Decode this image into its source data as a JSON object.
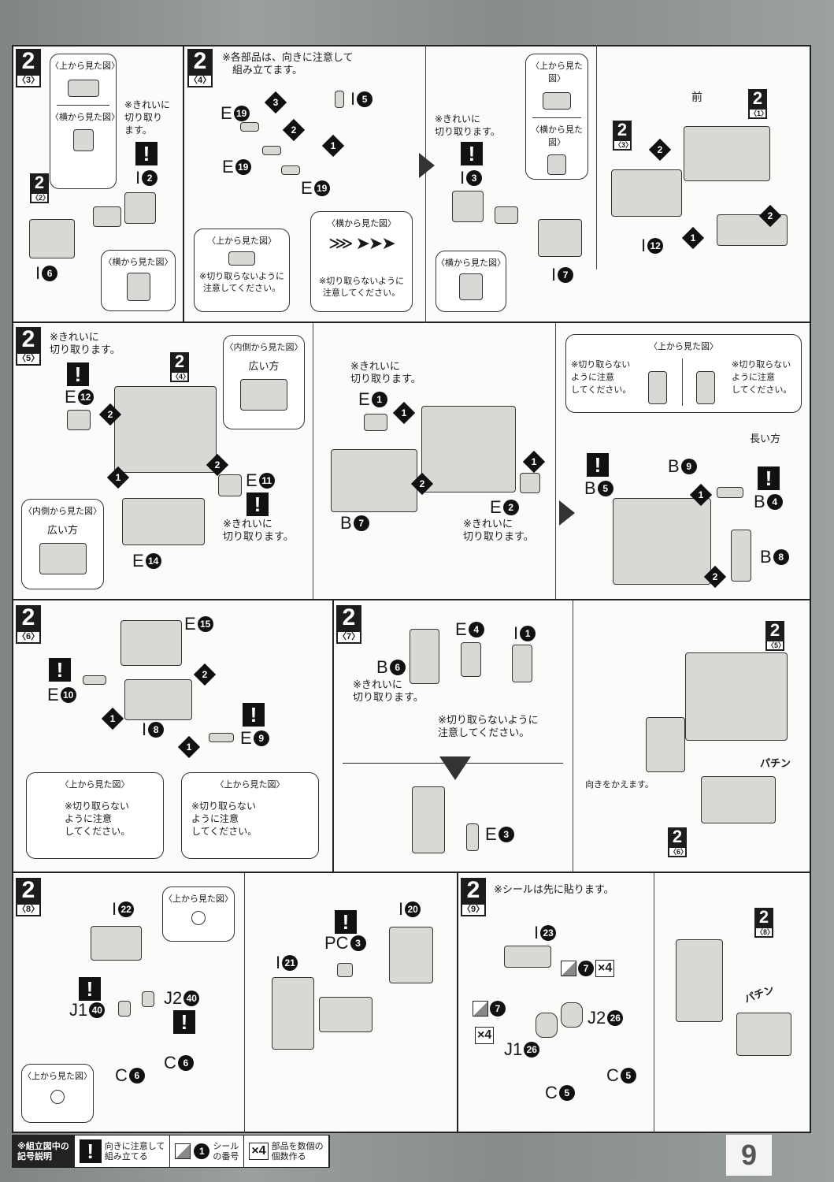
{
  "row1": {
    "p3": {
      "badge": "2",
      "sub": "〈3〉",
      "top_view": "〈上から見た図〉",
      "side_view": "〈横から見た図〉",
      "note": "※きれいに\n切り取り\nます。",
      "ref_badge": "2",
      "ref_sub": "〈2〉",
      "part_i2": {
        "l": "I",
        "n": "2"
      },
      "part_i6": {
        "l": "I",
        "n": "6"
      },
      "side_view2": "〈横から見た図〉"
    },
    "p4": {
      "badge": "2",
      "sub": "〈4〉",
      "note": "※各部品は、向きに注意して\n　組み立てます。",
      "e19a": {
        "l": "E",
        "n": "19"
      },
      "e19b": {
        "l": "E",
        "n": "19"
      },
      "e19c": {
        "l": "E",
        "n": "19"
      },
      "i5": {
        "l": "I",
        "n": "5"
      },
      "steps": [
        "3",
        "2",
        "1"
      ],
      "top_view": "〈上から見た図〉",
      "top_note": "※切り取らないように\n注意してください。",
      "side_view": "〈横から見た図〉",
      "side_note": "※切り取らないように\n注意してください。"
    },
    "p4b": {
      "note": "※きれいに\n切り取ります。",
      "i3": {
        "l": "I",
        "n": "3"
      },
      "top_view": "〈上から見た図〉",
      "side_view": "〈横から見た図〉",
      "side_view2": "〈横から見た図〉",
      "i7": {
        "l": "I",
        "n": "7"
      }
    },
    "p4c": {
      "front": "前",
      "ref1_badge": "2",
      "ref1_sub": "〈1〉",
      "ref3_badge": "2",
      "ref3_sub": "〈3〉",
      "i12": {
        "l": "I",
        "n": "12"
      },
      "steps": [
        "2",
        "2",
        "1"
      ]
    }
  },
  "row2": {
    "p5": {
      "badge": "2",
      "sub": "〈5〉",
      "note1": "※きれいに\n切り取ります。",
      "e12": {
        "l": "E",
        "n": "12"
      },
      "ref_badge": "2",
      "ref_sub": "〈4〉",
      "inner_view": "〈内側から見た図〉",
      "wide": "広い方",
      "e11": {
        "l": "E",
        "n": "11"
      },
      "note2": "※きれいに\n切り取ります。",
      "e14": {
        "l": "E",
        "n": "14"
      },
      "inner_view2": "〈内側から見た図〉",
      "wide2": "広い方",
      "steps": [
        "2",
        "2",
        "1"
      ]
    },
    "p5b": {
      "note1": "※きれいに\n切り取ります。",
      "e1": {
        "l": "E",
        "n": "1"
      },
      "b7": {
        "l": "B",
        "n": "7"
      },
      "e2": {
        "l": "E",
        "n": "2"
      },
      "note2": "※きれいに\n切り取ります。",
      "steps": [
        "1",
        "2",
        "1"
      ]
    },
    "p5c": {
      "top_view": "〈上から見た図〉",
      "note_l": "※切り取らない\nように注意\nしてください。",
      "note_r": "※切り取らない\nように注意\nしてください。",
      "long": "長い方",
      "b5": {
        "l": "B",
        "n": "5"
      },
      "b9": {
        "l": "B",
        "n": "9"
      },
      "b4": {
        "l": "B",
        "n": "4"
      },
      "b8": {
        "l": "B",
        "n": "8"
      },
      "steps": [
        "1",
        "2"
      ]
    }
  },
  "row3": {
    "p6": {
      "badge": "2",
      "sub": "〈6〉",
      "e15": {
        "l": "E",
        "n": "15"
      },
      "e10": {
        "l": "E",
        "n": "10"
      },
      "i8": {
        "l": "I",
        "n": "8"
      },
      "e9": {
        "l": "E",
        "n": "9"
      },
      "steps": [
        "2",
        "1",
        "1"
      ],
      "top_view1": "〈上から見た図〉",
      "note1": "※切り取らない\nように注意\nしてください。",
      "top_view2": "〈上から見た図〉",
      "note2": "※切り取らない\nように注意\nしてください。"
    },
    "p7": {
      "badge": "2",
      "sub": "〈7〉",
      "e4": {
        "l": "E",
        "n": "4"
      },
      "i1": {
        "l": "I",
        "n": "1"
      },
      "b6": {
        "l": "B",
        "n": "6"
      },
      "note1": "※きれいに\n切り取ります。",
      "note2": "※切り取らないように\n注意してください。",
      "e3": {
        "l": "E",
        "n": "3"
      }
    },
    "p7b": {
      "ref5_badge": "2",
      "ref5_sub": "〈5〉",
      "snap": "パチン",
      "turn": "向きをかえます。",
      "ref6_badge": "2",
      "ref6_sub": "〈6〉"
    }
  },
  "row4": {
    "p8": {
      "badge": "2",
      "sub": "〈8〉",
      "i22": {
        "l": "I",
        "n": "22"
      },
      "top_view1": "〈上から見た図〉",
      "j1": {
        "l": "J1",
        "n": "40"
      },
      "j2": {
        "l": "J2",
        "n": "40"
      },
      "c6a": {
        "l": "C",
        "n": "6"
      },
      "c6b": {
        "l": "C",
        "n": "6"
      },
      "top_view2": "〈上から見た図〉",
      "pc3": {
        "l": "PC",
        "n": "3"
      },
      "i20": {
        "l": "I",
        "n": "20"
      },
      "i21": {
        "l": "I",
        "n": "21"
      }
    },
    "p9": {
      "badge": "2",
      "sub": "〈9〉",
      "note": "※シールは先に貼ります。",
      "i23": {
        "l": "I",
        "n": "23"
      },
      "sticker_a": "7",
      "x4a": "×4",
      "j2": {
        "l": "J2",
        "n": "26"
      },
      "sticker_b": "7",
      "x4b": "×4",
      "j1": {
        "l": "J1",
        "n": "26"
      },
      "c5a": {
        "l": "C",
        "n": "5"
      },
      "c5b": {
        "l": "C",
        "n": "5"
      },
      "ref_badge": "2",
      "ref_sub": "〈8〉",
      "snap": "パチン"
    }
  },
  "legend": {
    "title": "※組立図中の\n記号説明",
    "warn_icon": "!",
    "warn_text": "向きに注意して\n組み立てる",
    "sticker_num": "1",
    "sticker_text": "シール\nの番号",
    "count_icon": "×4",
    "count_text": "部品を数個の\n個数作る"
  },
  "page_number": "9"
}
